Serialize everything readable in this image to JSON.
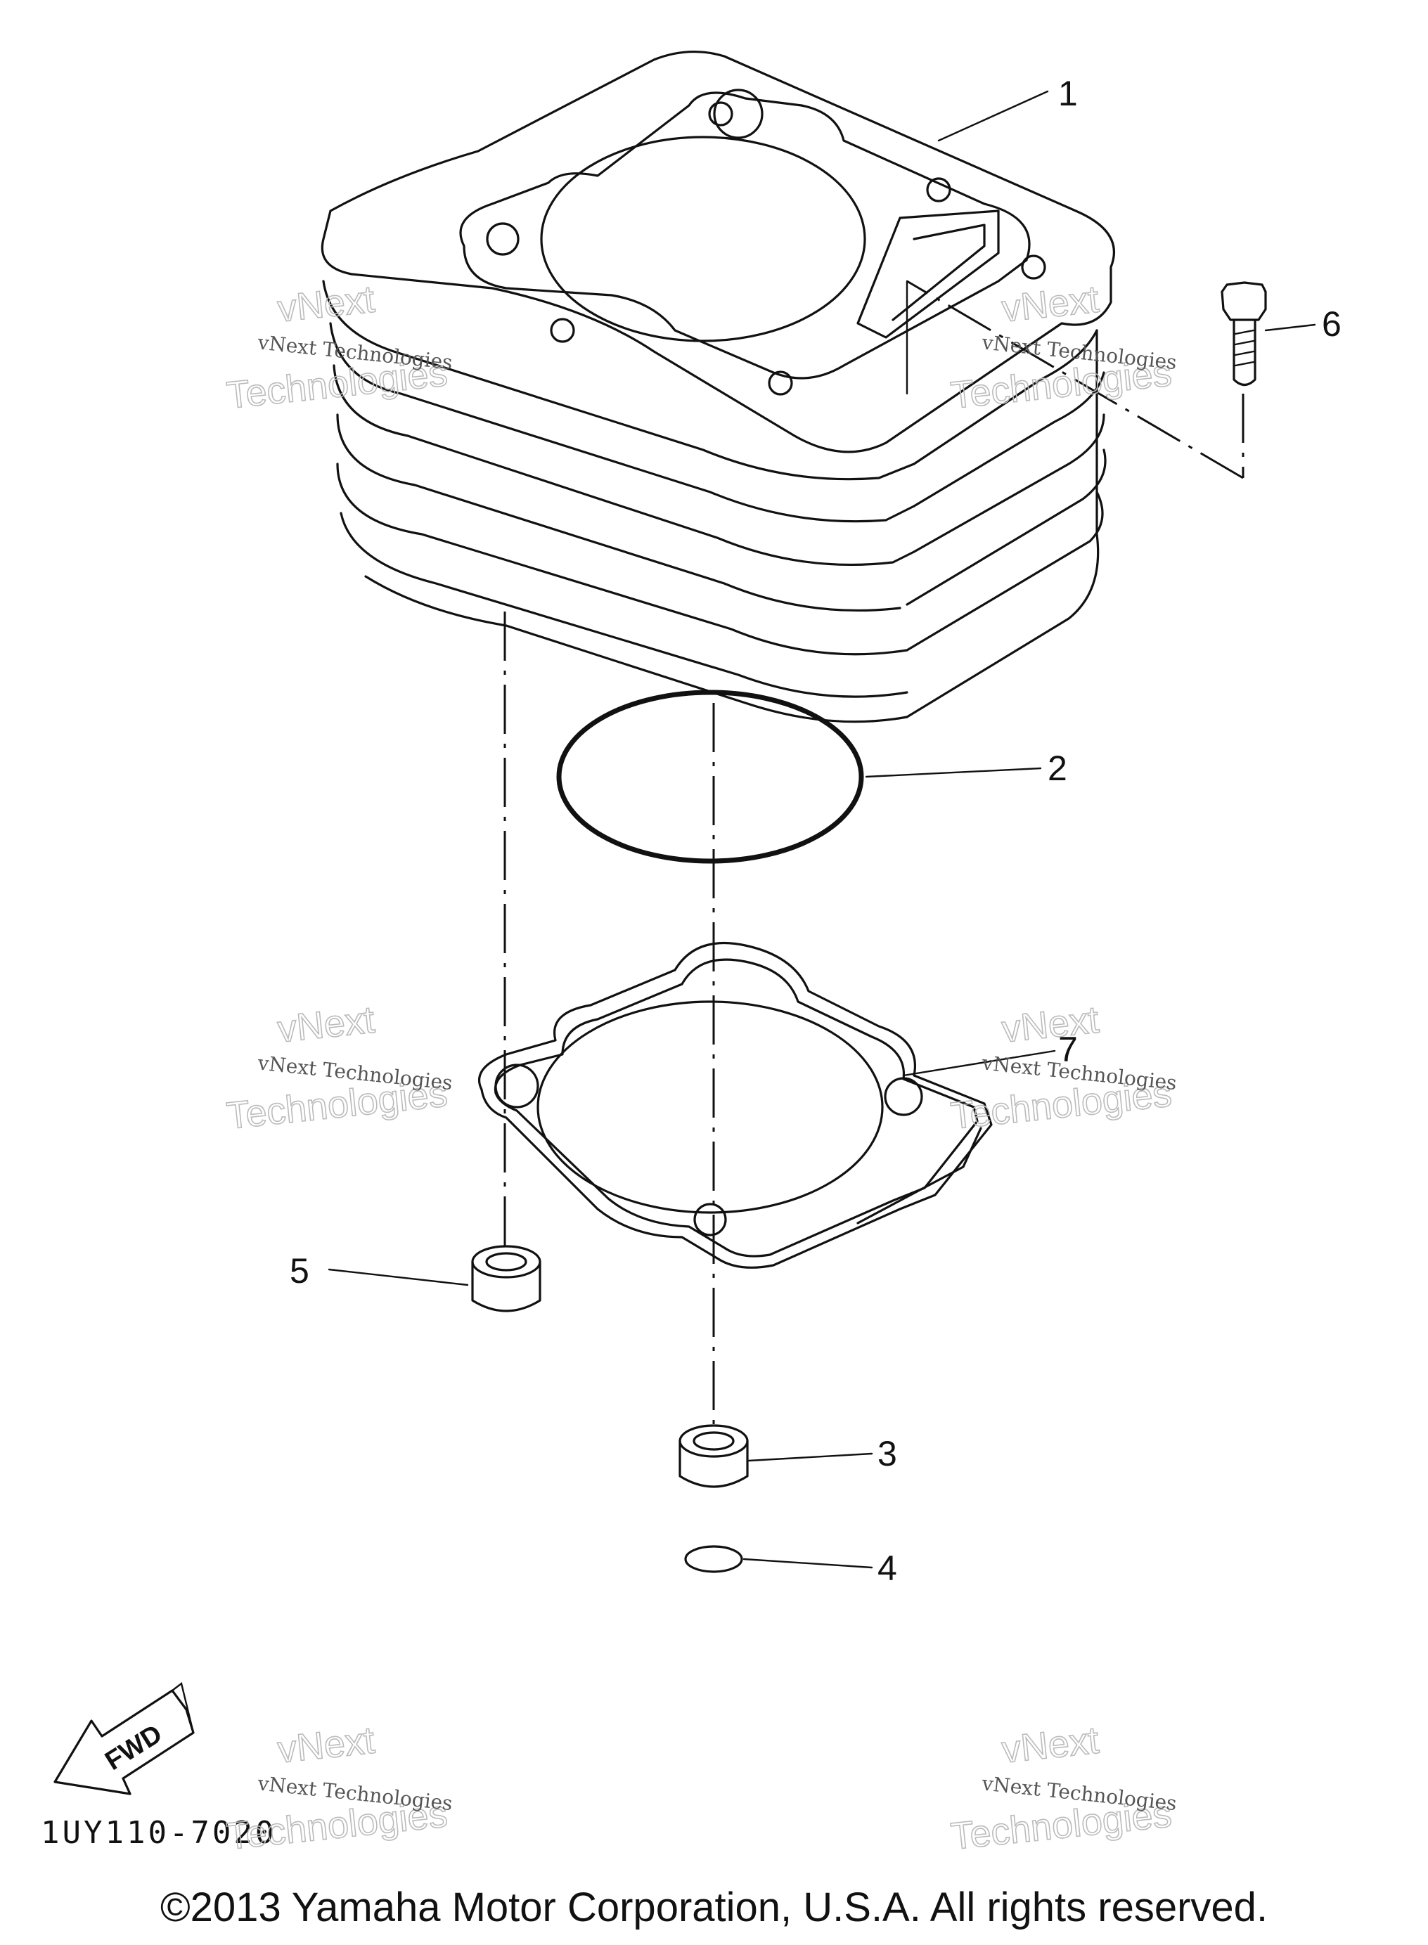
{
  "diagram": {
    "callouts": [
      {
        "number": "1"
      },
      {
        "number": "2"
      },
      {
        "number": "3"
      },
      {
        "number": "4"
      },
      {
        "number": "5"
      },
      {
        "number": "6"
      },
      {
        "number": "7"
      }
    ],
    "drawing_code": "1UY110-7020",
    "fwd_arrow_label": "FWD",
    "watermark": {
      "small_text": "vNext Technologies",
      "large_line1": "vNext",
      "large_line2": "Technologies"
    }
  },
  "footer": {
    "copyright": "©2013 Yamaha Motor Corporation, U.S.A. All rights reserved."
  }
}
